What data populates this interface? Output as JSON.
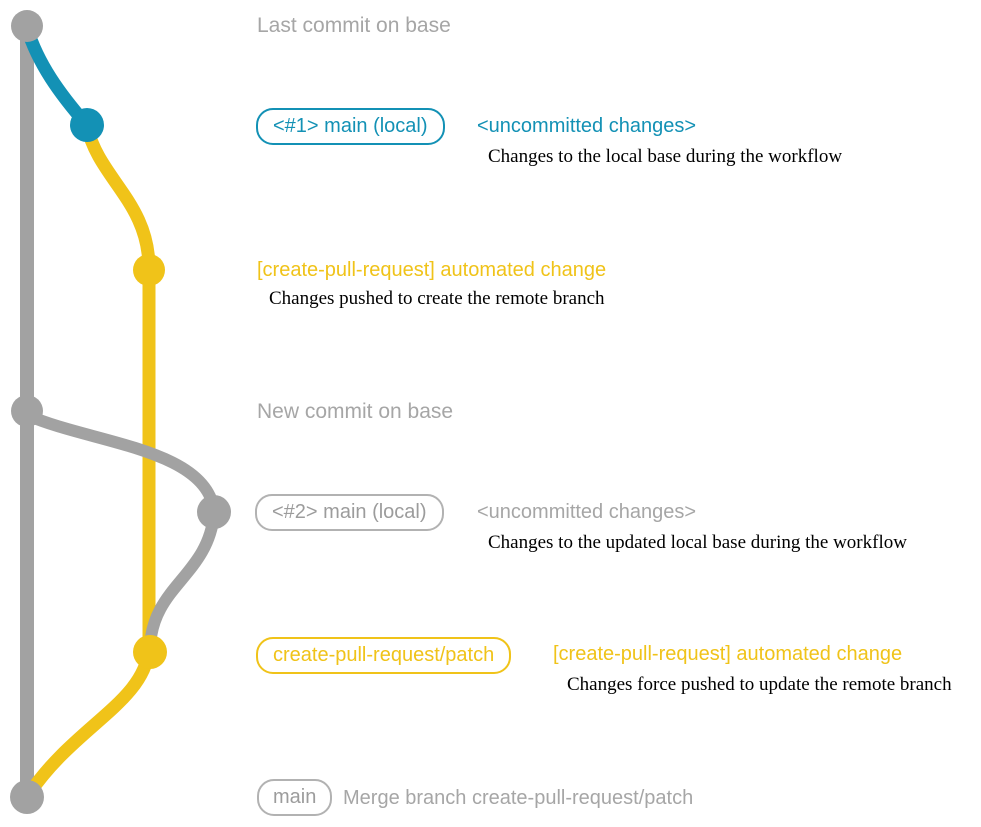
{
  "theme": {
    "teal": "#1391b5",
    "yellow": "#f0c319",
    "gray": "#a2a2a2",
    "gray_text": "#a6a6a6",
    "tag_gray_text": "#9c9c9c",
    "tag_gray_border": "#b2b2b2",
    "desc_text": "#000000"
  },
  "headings": {
    "last_commit": "Last commit on base",
    "new_commit": "New commit on base"
  },
  "rows": {
    "row1": {
      "tag": "<#1> main (local)",
      "title": "<uncommitted changes>",
      "desc": "Changes to the local base during the workflow"
    },
    "row2": {
      "title": "[create-pull-request] automated change",
      "desc": "Changes pushed to create the remote branch"
    },
    "row3": {
      "tag": "<#2> main (local)",
      "title": "<uncommitted changes>",
      "desc": "Changes to the updated local base during the workflow"
    },
    "row4": {
      "tag": "create-pull-request/patch",
      "title": "[create-pull-request] automated change",
      "desc": "Changes force pushed to update the remote branch"
    },
    "row5": {
      "tag": "main",
      "text": "Merge branch create-pull-request/patch"
    }
  }
}
